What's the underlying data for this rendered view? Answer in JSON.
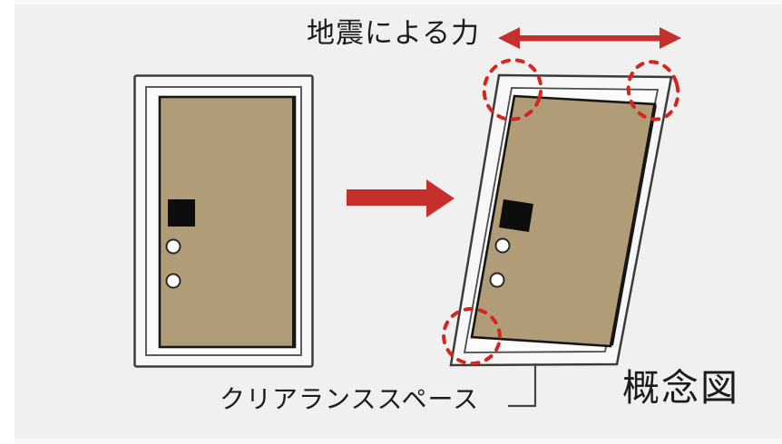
{
  "labels": {
    "seismic_force": "地震による力",
    "clearance": "クリアランススペース",
    "caption": "概念図"
  },
  "colors": {
    "background": "#f0f0f0",
    "page_margin": "#ffffff",
    "door": "#b09c76",
    "frame": "#f7f7f7",
    "opening": "#fbfbfb",
    "outline": "#3c3c3c",
    "door_edge": "#161616",
    "arrow_red": "#c5302c",
    "dashed_red": "#d3261c",
    "leader_line": "#444444",
    "text": "#1c1c1c"
  }
}
